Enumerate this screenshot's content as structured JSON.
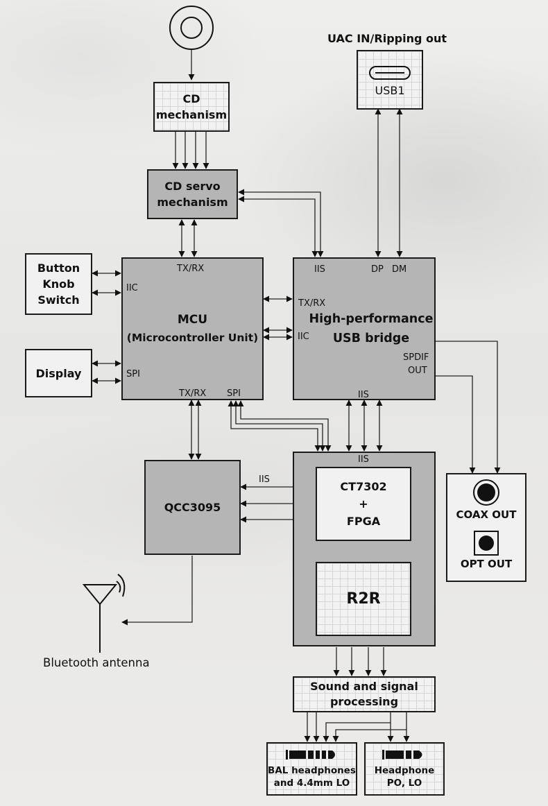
{
  "diagram": {
    "usb_title": "UAC IN/Ripping out",
    "usb_port": {
      "label": "USB1",
      "icon": "usb-c-port-icon"
    },
    "disc": {
      "icon": "cd-disc-icon"
    },
    "cd_mechanism": {
      "line1": "CD",
      "line2": "mechanism"
    },
    "cd_servo": {
      "line1": "CD servo",
      "line2": "mechanism"
    },
    "button_knob_switch": {
      "line1": "Button",
      "line2": "Knob",
      "line3": "Switch"
    },
    "display": {
      "label": "Display"
    },
    "mcu": {
      "line1": "MCU",
      "line2": "(Microcontroller Unit)",
      "ports": {
        "top": "TX/RX",
        "left_top": "IIC",
        "left_bottom": "SPI",
        "bottom_left": "TX/RX",
        "bottom_right": "SPI"
      }
    },
    "usb_bridge": {
      "line1": "High-performance",
      "line2": "USB bridge",
      "ports": {
        "top_left": "IIS",
        "top_dp": "DP",
        "top_dm": "DM",
        "left_top": "TX/RX",
        "left_bottom": "IIC",
        "right_line1": "SPDIF",
        "right_line2": "OUT",
        "bottom": "IIS"
      }
    },
    "qcc": {
      "label": "QCC3095",
      "link_label": "IIS"
    },
    "dac_group": {
      "port_top": "IIS"
    },
    "ct7302": {
      "line1": "CT7302",
      "line2": "+",
      "line3": "FPGA"
    },
    "r2r": {
      "label": "R2R"
    },
    "digital_out": {
      "coax_label": "COAX OUT",
      "opt_label": "OPT OUT",
      "coax_icon": "coax-jack-icon",
      "opt_icon": "optical-jack-icon"
    },
    "antenna": {
      "label": "Bluetooth antenna",
      "icon": "antenna-icon"
    },
    "sound_processing": {
      "line1": "Sound and signal",
      "line2": "processing"
    },
    "bal_out": {
      "line1": "BAL headphones",
      "line2": "and 4.4mm LO",
      "icon": "4-4mm-plug-icon"
    },
    "hp_out": {
      "line1": "Headphone",
      "line2": "PO, LO",
      "icon": "3-5mm-plug-icon"
    }
  }
}
